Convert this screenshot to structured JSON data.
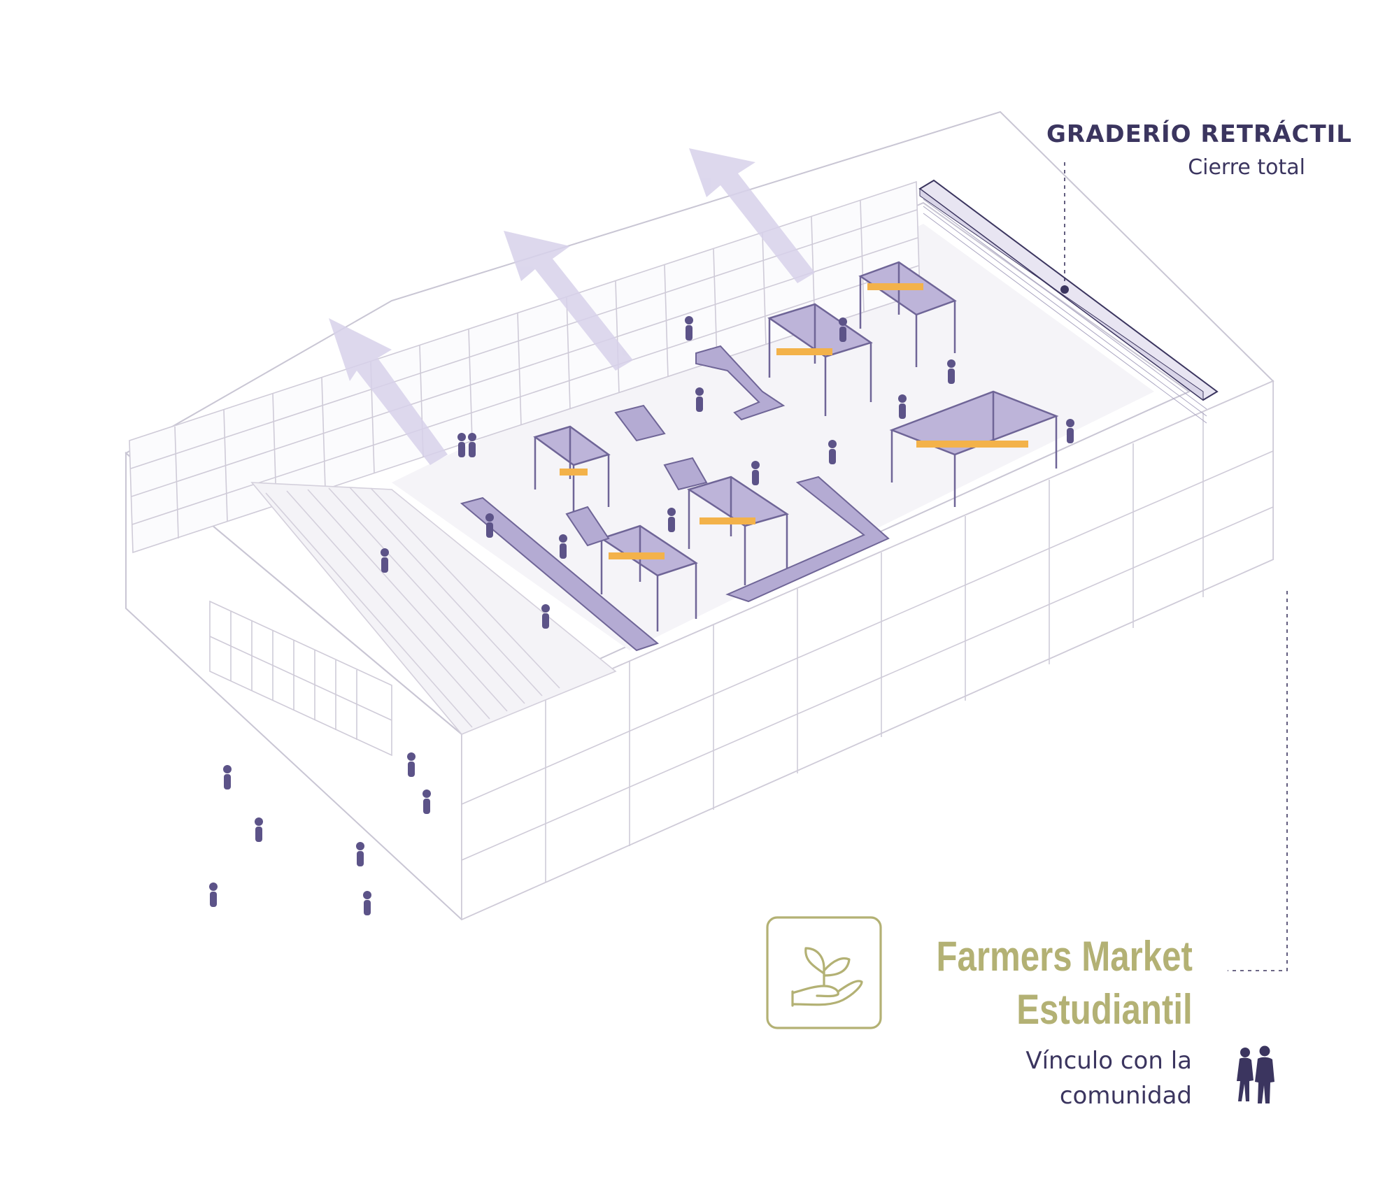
{
  "annotations": {
    "graderio": {
      "title": "GRADERÍO RETRÁCTIL",
      "subtitle": "Cierre total"
    },
    "market": {
      "title_line1": "Farmers Market",
      "title_line2": "Estudiantil",
      "subtitle_line1": "Vínculo con la",
      "subtitle_line2": "comunidad"
    }
  },
  "icons": {
    "market_icon": "seedling-in-hand-icon",
    "people_icon": "couple-walking-icon"
  },
  "colors": {
    "navy": "#3b355f",
    "purple": "#8e84b3",
    "purple_light": "#cdc7e2",
    "olive": "#b3b174",
    "orange": "#f3b24a",
    "line": "#c9c6d4",
    "arrow": "#d7d1ea"
  }
}
